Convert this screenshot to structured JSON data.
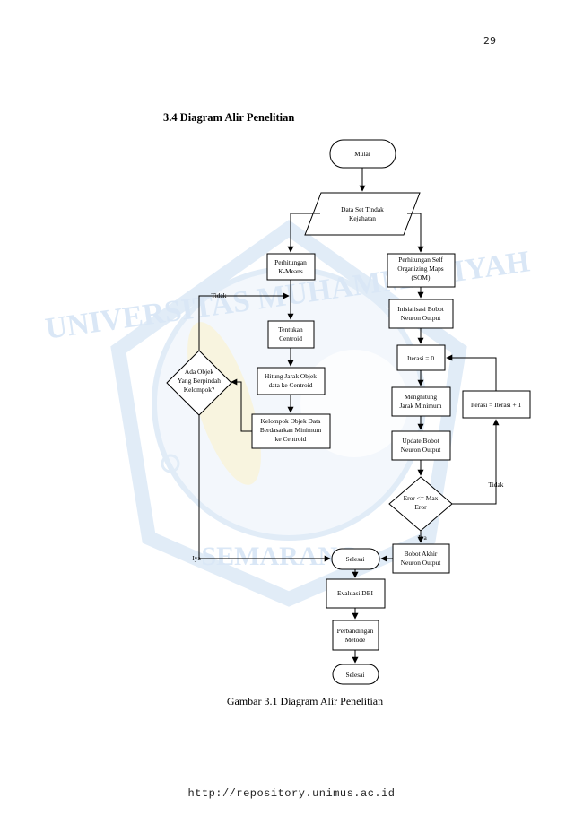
{
  "page_number": "29",
  "section_heading": "3.4 Diagram Alir Penelitian",
  "caption": "Gambar 3.1 Diagram Alir Penelitian",
  "footer_url": "http://repository.unimus.ac.id",
  "watermark": {
    "top_text": "UNIVERSITAS MUHAMMADIYAH",
    "bottom_text": "SEMARANG",
    "color": "#bcd5ef"
  },
  "flowchart": {
    "mulai": "Mulai",
    "dataset": [
      "Data Set Tindak",
      "Kejahatan"
    ],
    "kmeans_branch": {
      "perhitungan": [
        "Perhitungan",
        "K-Means"
      ],
      "tentukan": [
        "Tentukan",
        "Centroid"
      ],
      "hitung": [
        "Hitung Jarak Objek",
        "data ke Centroid"
      ],
      "kelompok": [
        "Kelompok Objek Data",
        "Berdasarkan Minimum",
        "ke Centroid"
      ],
      "decision": [
        "Ada Objek",
        "Yang Berpindah",
        "Kelompok?"
      ],
      "tidak": "Tidak",
      "iya": "Iya"
    },
    "som_branch": {
      "perhitungan": [
        "Perhitungan Self",
        "Organizing Maps",
        "(SOM)"
      ],
      "inisialisasi": [
        "Inisialisasi Bobot",
        "Neuron Output"
      ],
      "iterasi_nol": "Iterasi = 0",
      "menghitung": [
        "Menghitung",
        "Jarak Minimum"
      ],
      "iterasi_tambah": "Iterasi = Iterasi + 1",
      "update": [
        "Update Bobot",
        "Neuron Output"
      ],
      "decision": [
        "Eror <= Max",
        "Eror"
      ],
      "tidak": "Tidak",
      "iya": "Iya",
      "bobot_akhir": [
        "Bobot Akhir",
        "Neuron Output"
      ]
    },
    "selesai_1": "Selesai",
    "evaluasi": "Evaluasi DBI",
    "perbandingan": [
      "Perbandingan",
      "Metode"
    ],
    "selesai_2": "Selesai"
  }
}
